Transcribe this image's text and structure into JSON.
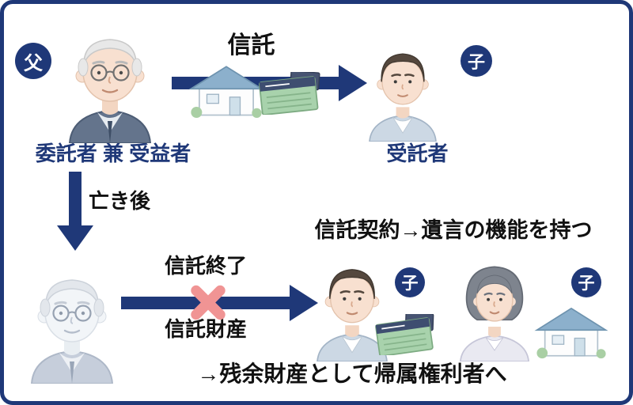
{
  "colors": {
    "navy": "#1f3878",
    "x_mark_pink": "#f09494",
    "text": "#111111"
  },
  "top": {
    "father_badge": "父",
    "trust_label": "信託",
    "child_badge": "子",
    "settlor_label": "委託者 兼 受益者",
    "trustee_label": "受託者"
  },
  "middle": {
    "after_death_label": "亡き後",
    "will_note": "信託契約→遺言の機能を持つ"
  },
  "bottom": {
    "trust_end_label": "信託終了",
    "trust_property_label": "信託財産",
    "son_badge": "子",
    "daughter_badge": "子",
    "residual_note": "→残余財産として帰属権利者へ"
  }
}
